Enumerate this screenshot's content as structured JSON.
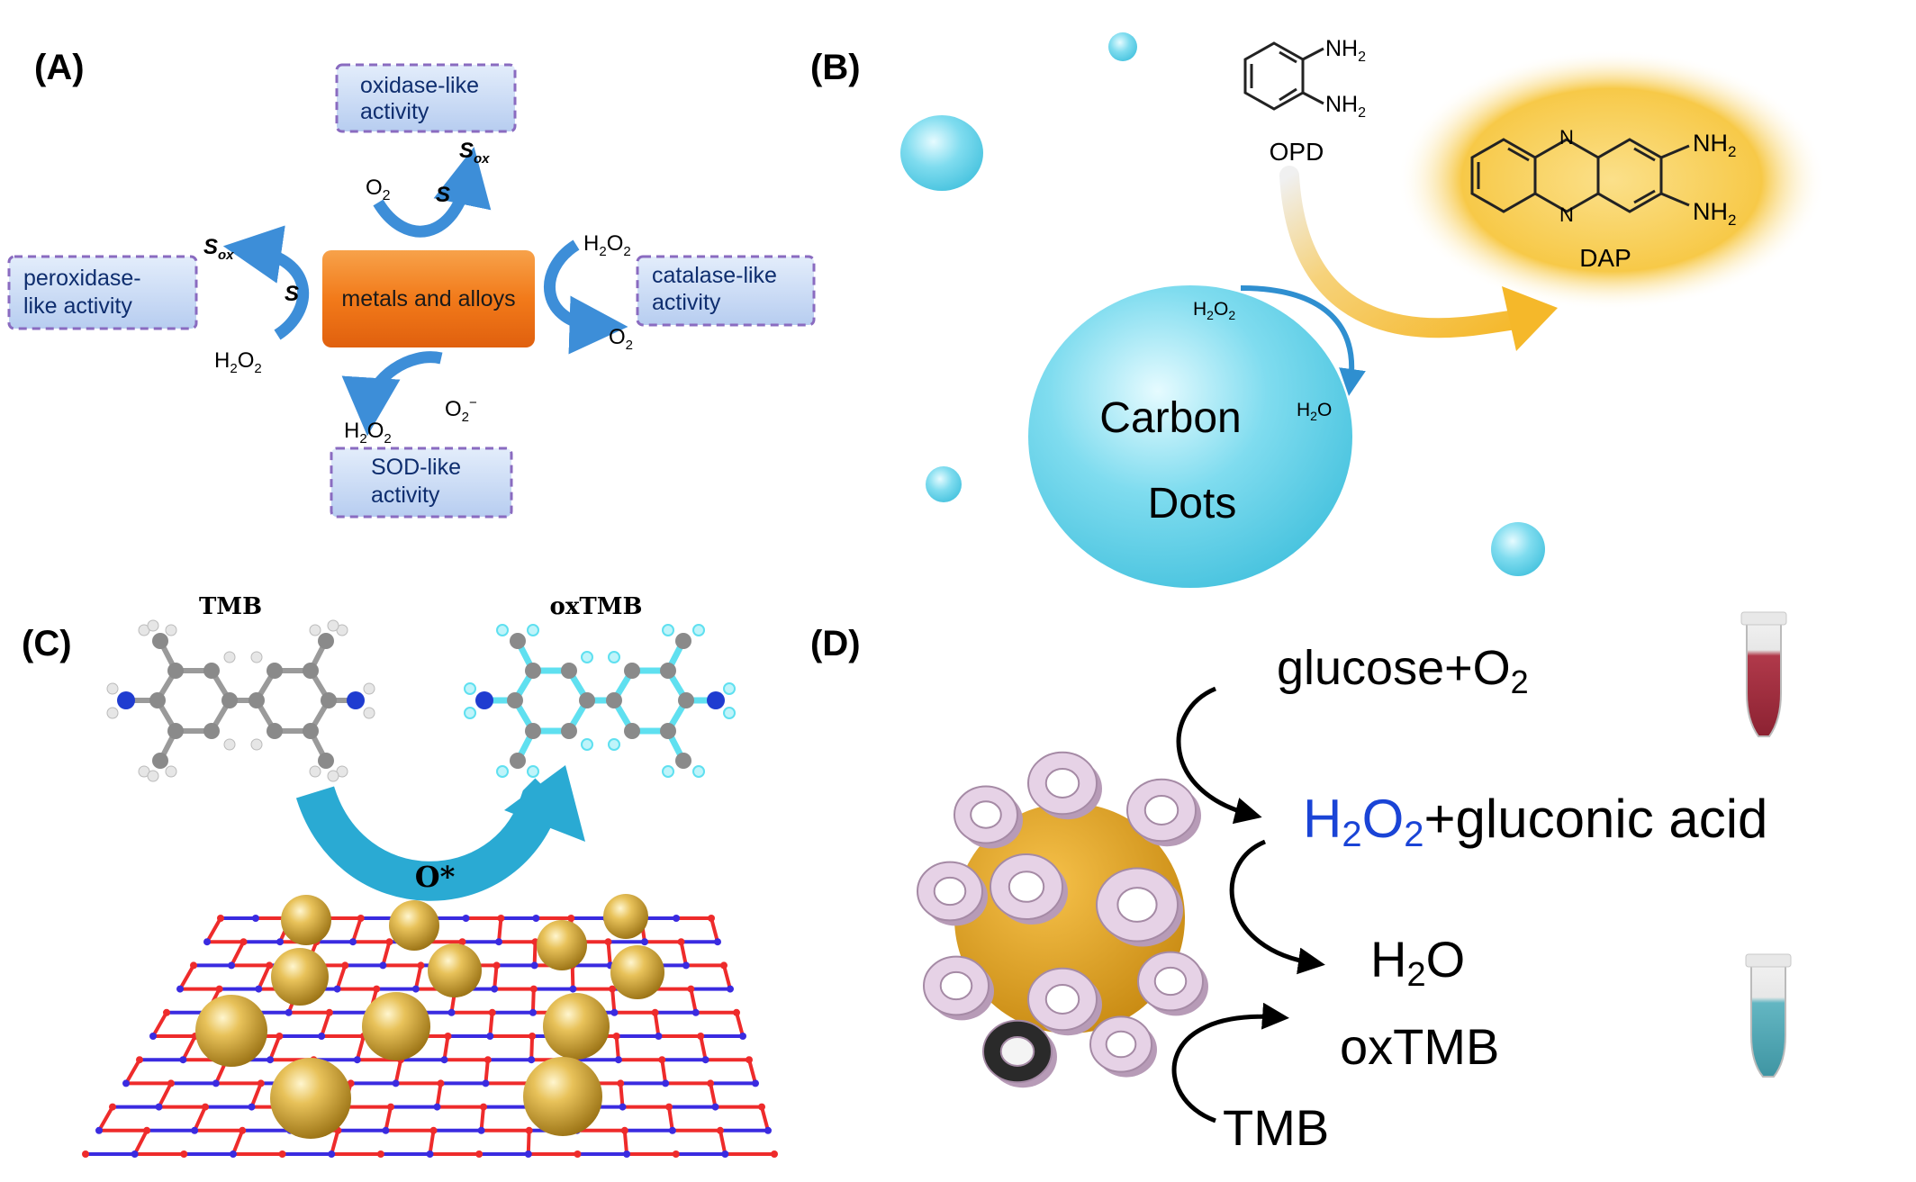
{
  "panels": {
    "a": {
      "label": "(A)",
      "center": "metals and alloys",
      "boxes": {
        "oxidase": [
          "oxidase-like",
          "activity"
        ],
        "peroxidase": [
          "peroxidase-",
          "like activity"
        ],
        "catalase": [
          "catalase-like",
          "activity"
        ],
        "sod": [
          "SOD-like",
          "activity"
        ]
      },
      "species": {
        "o2_top": "O",
        "o2_top_sub": "2",
        "s": "S",
        "sox": "S",
        "sox_sub": "ox",
        "h2o2_a": "H",
        "h2o2_sub1": "2",
        "h2o2_o": "O",
        "h2o2_sub2": "2",
        "o2": "O",
        "o2_sub": "2",
        "superoxide": "O",
        "superoxide_sub": "2",
        "superoxide_sup": "−"
      }
    },
    "b": {
      "label": "(B)",
      "opd": "OPD",
      "dap": "DAP",
      "nh2": "NH",
      "nh2_sub": "2",
      "n": "N",
      "particle": [
        "Carbon",
        "Dots"
      ],
      "h2o2_h": "H",
      "h2o2_o": "O",
      "h2o2_sub": "2",
      "h2o_h": "H",
      "h2o_o": "O",
      "h2o_sub": "2"
    },
    "c": {
      "label": "(C)",
      "tmb": "TMB",
      "oxtmb": "oxTMB",
      "oxidant": "O*"
    },
    "d": {
      "label": "(D)",
      "reactant": "glucose+O",
      "reactant_sub": "2",
      "h2o2_h": "H",
      "h2o2_sub1": "2",
      "h2o2_o": "O",
      "h2o2_sub2": "2",
      "product_rest": "+gluconic acid",
      "h2o_h": "H",
      "h2o_sub": "2",
      "h2o_o": "O",
      "oxtmb": "oxTMB",
      "tmb": "TMB"
    }
  },
  "colors": {
    "arrow_blue": "#3d8ed8",
    "box_fill": "#c9dcf5",
    "box_border": "#8a6bc0",
    "center_box": "#f27a1a",
    "carbon_dot": "#5ccfe6",
    "dap_glow": "#f7c948",
    "flow_arrow": "#f5b82a",
    "tmb_arrow": "#2aaad3",
    "h2o2_blue": "#1a44d6",
    "gold_sphere": "#e2b23c",
    "ring_pink": "#e6d2e6",
    "sheet_red": "#ee2b2b",
    "sheet_blue": "#3a2be0"
  }
}
